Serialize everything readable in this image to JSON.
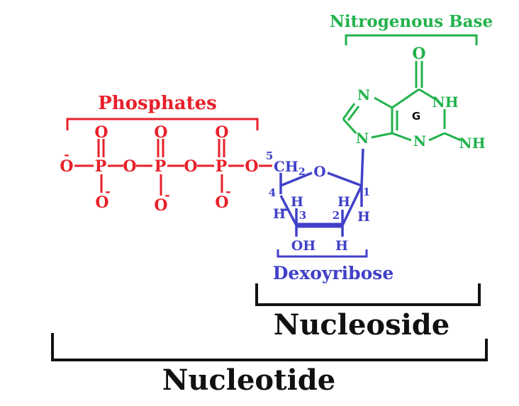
{
  "colors": {
    "phosphate": "#e8202a",
    "sugar": "#4040c8",
    "base": "#22b24c",
    "black": "#111111"
  },
  "labels": {
    "nitrogenous_base": "Nitrogenous Base",
    "phosphates": "Phosphates",
    "dexoyribose": "Dexoyribose",
    "nucleoside": "Nucleoside",
    "nucleotide": "Nucleotide"
  },
  "phosphate_atoms": {
    "o_minus": "O",
    "minus": "-",
    "p": "P",
    "o": "O"
  },
  "sugar_atoms": {
    "n5": "5",
    "ch2": "CH",
    "sub2": "2",
    "ring_o": "O",
    "n4": "4",
    "n3": "3",
    "n2": "2",
    "n1": "1",
    "h": "H",
    "oh": "OH"
  },
  "base_atoms": {
    "o": "O",
    "n": "N",
    "nh": "NH",
    "g": "G"
  }
}
